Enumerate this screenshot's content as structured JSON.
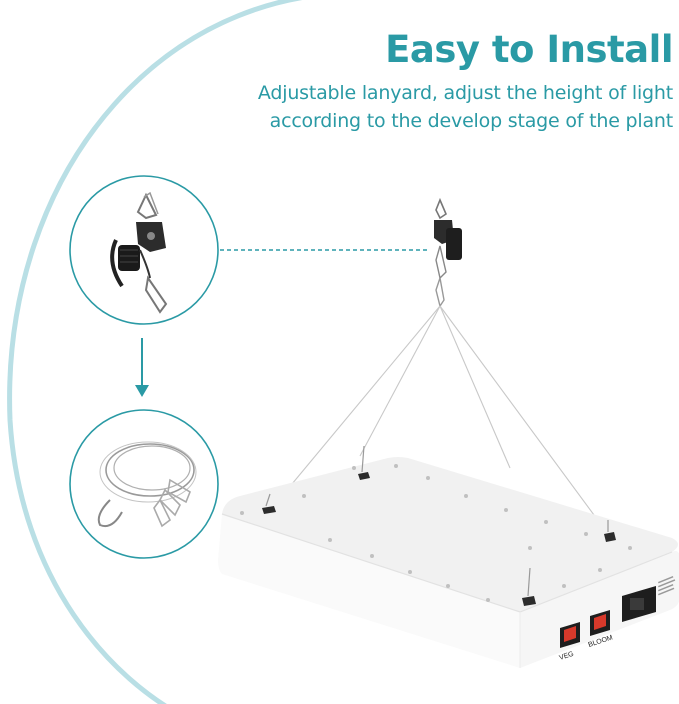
{
  "heading": "Easy to Install",
  "subheading_lines": [
    "Adjustable lanyard, adjust the height of light",
    "according to the develop stage of the plant"
  ],
  "panel": {
    "veg_label": "VEG",
    "bloom_label": "BLOOM"
  },
  "colors": {
    "accent": "#2a9aa5",
    "arc": "#b9dfe5",
    "switch_red": "#d8392b"
  },
  "icons": [
    "rope-ratchet-hanger-icon",
    "steel-wire-lanyard-icon",
    "arrow-down-icon"
  ]
}
